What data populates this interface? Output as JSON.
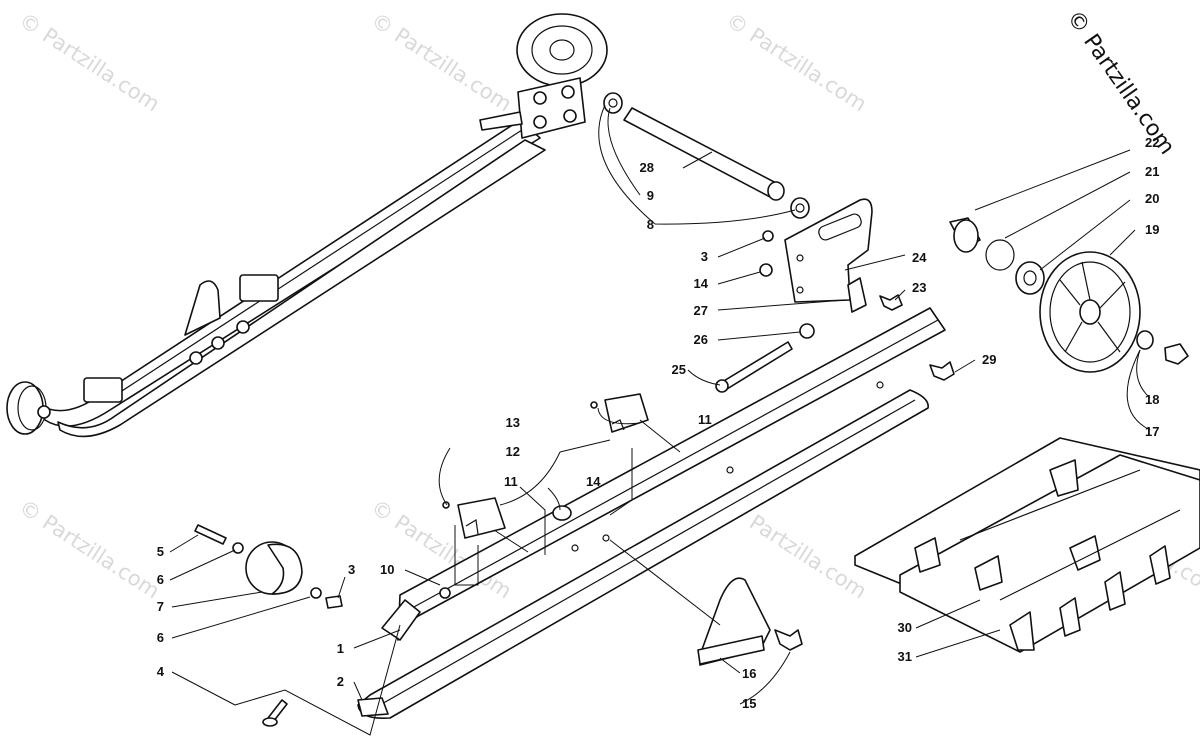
{
  "watermark": "© Partzilla.com",
  "copyright": "© Partzilla.com",
  "callouts": [
    "1",
    "2",
    "3",
    "4",
    "5",
    "6",
    "7",
    "8",
    "9",
    "10",
    "11",
    "12",
    "13",
    "14",
    "15",
    "16",
    "17",
    "18",
    "19",
    "20",
    "21",
    "22",
    "23",
    "24",
    "25",
    "26",
    "27",
    "28",
    "29",
    "30",
    "31"
  ]
}
